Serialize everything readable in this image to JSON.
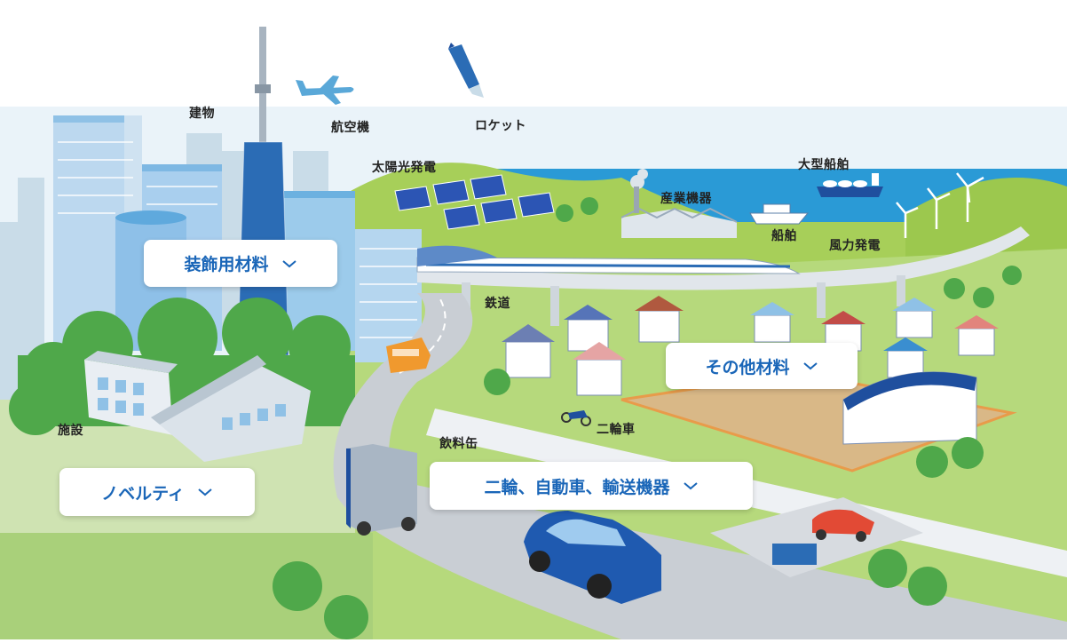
{
  "labels": {
    "building": "建物",
    "aircraft": "航空機",
    "rocket": "ロケット",
    "solar": "太陽光発電",
    "industrial": "産業機器",
    "large_ship": "大型船舶",
    "ship": "船舶",
    "wind": "風力発電",
    "railway": "鉄道",
    "facility": "施設",
    "beverage_can": "飲料缶",
    "motorcycle": "二輪車"
  },
  "buttons": {
    "decorative": "装飾用材料",
    "other": "その他材料",
    "novelty": "ノベルティ",
    "transport": "二輪、自動車、輸送機器"
  },
  "colors": {
    "accent": "#1a66b8",
    "sky": "#e6f2fa",
    "grass": "#9ccc4e",
    "road": "#c9ced4",
    "sea": "#2a9ad6"
  },
  "icons": {
    "chevron": "chevron-down-icon"
  }
}
